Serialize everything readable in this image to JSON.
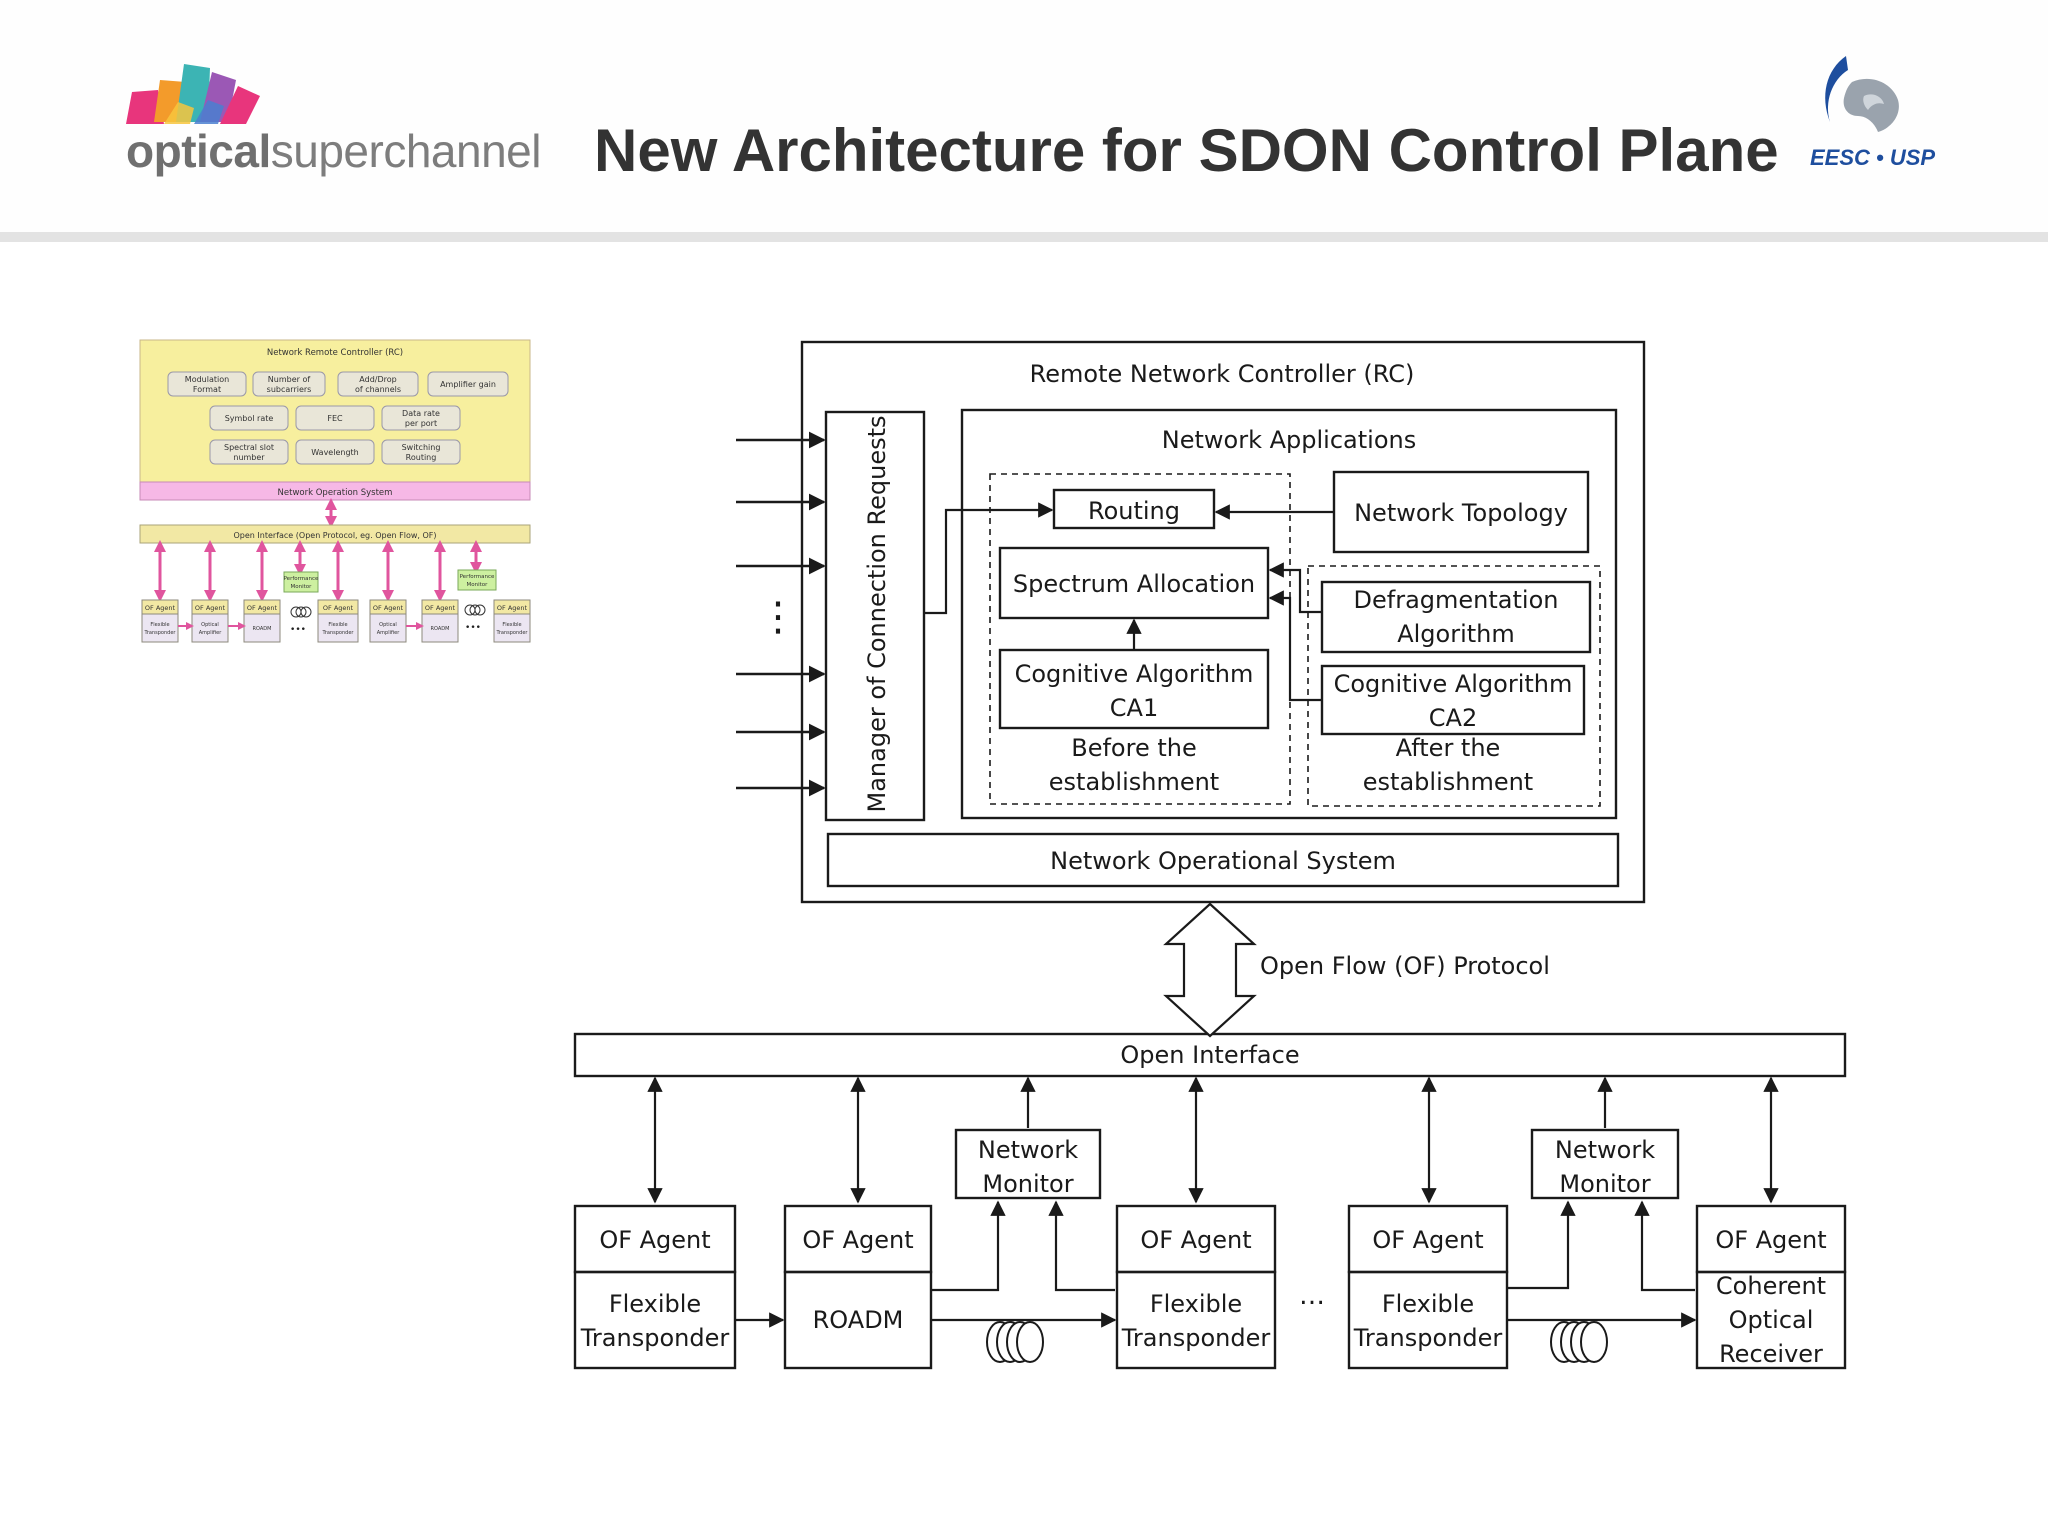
{
  "header": {
    "brand": {
      "word_bold": "optical",
      "word_light": "superchannel"
    },
    "title": "New Architecture for SDON Control Plane",
    "institution": {
      "label": "EESC • USP"
    }
  },
  "colors": {
    "thumb_controller": "#f7ef9e",
    "thumb_nos": "#f6b8e6",
    "thumb_interface": "#f2e8a4",
    "thumb_arrows": "#e0559e",
    "thumb_monitor": "#cdf0a0",
    "diagram_lines": "#1a1a1a",
    "brand_logo": [
      "#e8357c",
      "#f39b2b",
      "#3cb4b4",
      "#9b58b5",
      "#e8357c"
    ],
    "eesc_blue": "#1e4e9e"
  },
  "thumbnail": {
    "controller_title": "Network Remote Controller (RC)",
    "row1": [
      {
        "l1": "Modulation",
        "l2": "Format"
      },
      {
        "l1": "Number of",
        "l2": "subcarriers"
      },
      {
        "l1": "Add/Drop",
        "l2": "of channels"
      },
      {
        "l1": "Amplifier gain",
        "l2": ""
      }
    ],
    "row2": [
      {
        "l1": "Symbol rate",
        "l2": ""
      },
      {
        "l1": "FEC",
        "l2": ""
      },
      {
        "l1": "Data rate",
        "l2": "per port"
      }
    ],
    "row3": [
      {
        "l1": "Spectral slot",
        "l2": "number"
      },
      {
        "l1": "Wavelength",
        "l2": ""
      },
      {
        "l1": "Switching",
        "l2": "Routing"
      }
    ],
    "nos": "Network Operation System",
    "interface": "Open Interface (Open Protocol, eg. Open Flow, OF)",
    "monitor": {
      "l1": "Performance",
      "l2": "Monitor"
    },
    "agent": "OF Agent",
    "devices": [
      {
        "l1": "Flexible",
        "l2": "Transponder"
      },
      {
        "l1": "Optical",
        "l2": "Amplifier"
      },
      {
        "l1": "ROADM",
        "l2": ""
      },
      {
        "l1": "Flexible",
        "l2": "Transponder"
      },
      {
        "l1": "Optical",
        "l2": "Amplifier"
      },
      {
        "l1": "ROADM",
        "l2": ""
      },
      {
        "l1": "Flexible",
        "l2": "Transponder"
      }
    ],
    "ellipsis": "•••"
  },
  "diagram": {
    "rc_title": "Remote Network Controller (RC)",
    "manager": "Manager of Connection Requests",
    "apps_title": "Network Applications",
    "routing": "Routing",
    "topology": "Network Topology",
    "spectrum": "Spectrum Allocation",
    "defrag": {
      "l1": "Defragmentation",
      "l2": "Algorithm"
    },
    "ca1": {
      "l1": "Cognitive Algorithm",
      "l2": "CA1"
    },
    "ca2": {
      "l1": "Cognitive Algorithm",
      "l2": "CA2"
    },
    "before": {
      "l1": "Before the",
      "l2": "establishment"
    },
    "after": {
      "l1": "After the",
      "l2": "establishment"
    },
    "nos": "Network Operational System",
    "protocol": "Open Flow (OF) Protocol",
    "interface": "Open Interface",
    "agent": "OF Agent",
    "monitor": {
      "l1": "Network",
      "l2": "Monitor"
    },
    "transponder": {
      "l1": "Flexible",
      "l2": "Transponder"
    },
    "roadm": "ROADM",
    "receiver": {
      "l1": "Coherent",
      "l2": "Optical",
      "l3": "Receiver"
    },
    "dots": "…",
    "vdots": "⋮"
  }
}
